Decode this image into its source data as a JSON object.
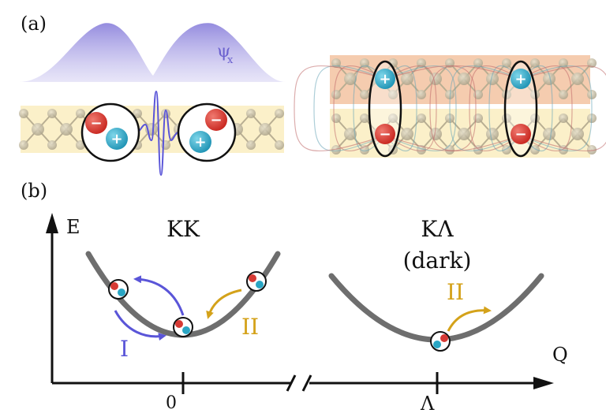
{
  "panel_a": {
    "label": "(a)",
    "psi_label": "ψ",
    "psi_sub": "x",
    "plus": "+",
    "minus": "−"
  },
  "panel_b": {
    "label": "(b)",
    "energy_axis": "E",
    "momentum_axis": "Q",
    "valley_kk": "KK",
    "valley_klambda": "KΛ",
    "valley_klambda_note": "(dark)",
    "tick_zero": "0",
    "tick_lambda": "Λ",
    "process_one": "I",
    "process_two": "II",
    "process_two_right": "II"
  },
  "colors": {
    "wavefunction": "#7b70d6",
    "process_one": "#5a55d8",
    "process_two": "#d4a21a",
    "electron": "#d63a34",
    "hole": "#2aa6c4",
    "layer_top": "#f4c7a6",
    "layer_bottom": "#fbf0c9"
  }
}
